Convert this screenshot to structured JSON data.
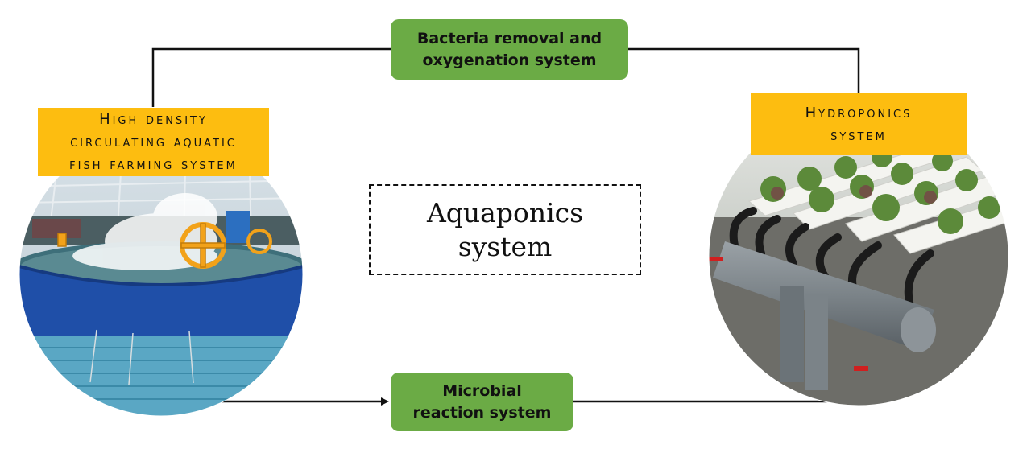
{
  "top_box": {
    "line1": "Bacteria removal and",
    "line2": "oxygenation system"
  },
  "bottom_box": {
    "line1": "Microbial",
    "line2": "reaction system"
  },
  "left_label": {
    "line1": "High density",
    "line2": "circulating aquatic",
    "line3": "fish farming system"
  },
  "right_label": {
    "line1": "Hydroponics",
    "line2": "system"
  },
  "center": {
    "line1": "Aquaponics",
    "line2": "system"
  },
  "colors": {
    "green": "#6bab45",
    "orange": "#fdbd10",
    "connector": "#111111"
  },
  "images": {
    "left": "fish-tank-with-paddlewheel-aerators-photo",
    "right": "hydroponic-lettuce-pipes-photo"
  }
}
